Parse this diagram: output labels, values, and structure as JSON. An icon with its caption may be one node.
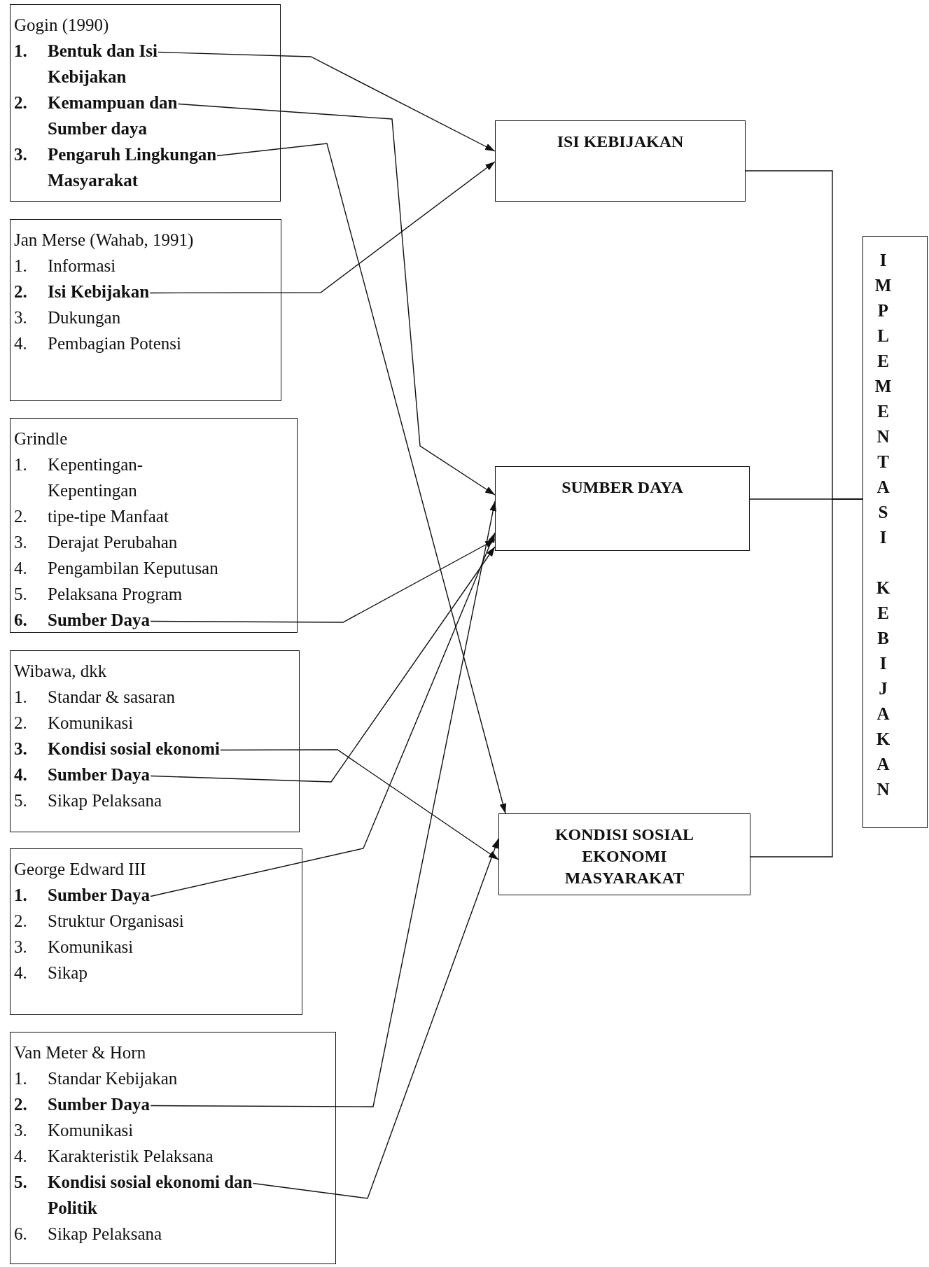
{
  "diagram": {
    "nodes": [
      {
        "text": [
          "Gogin (1990)"
        ]
      },
      {
        "text": [
          "1.",
          "Bentuk dan Isi Kebijakan"
        ],
        "in": 0
      },
      {
        "text": [
          "2.",
          "Kemampuan dan Sumber daya"
        ],
        "in": 0
      },
      {
        "text": [
          "3.",
          "Pengaruh Lingkungan Masyarakat"
        ],
        "in": 0
      },
      {
        "text": [
          "Jan Merse (Wahab, 1991)"
        ]
      },
      {
        "text": [
          "1.",
          "Informasi"
        ],
        "in": 4
      },
      {
        "text": [
          "2.",
          "Isi Kebijakan"
        ],
        "in": 4
      },
      {
        "text": [
          "3.",
          "Dukungan"
        ],
        "in": 4
      },
      {
        "text": [
          "4.",
          "Pembagian Potensi"
        ],
        "in": 4
      },
      {
        "text": [
          "Grindle"
        ]
      },
      {
        "text": [
          "1.",
          "Kepentingan-Kepentingan"
        ],
        "in": 9
      },
      {
        "text": [
          "2.",
          "tipe-tipe Manfaat"
        ],
        "in": 9
      },
      {
        "text": [
          "3.",
          "Derajat Perubahan"
        ],
        "in": 9
      },
      {
        "text": [
          "4.",
          "Pengambilan Keputusan"
        ],
        "in": 9
      },
      {
        "text": [
          "5.",
          "Pelaksana Program"
        ],
        "in": 9
      },
      {
        "text": [
          "6.",
          "Sumber Daya"
        ],
        "in": 9
      },
      {
        "text": [
          "Wibawa, dkk"
        ]
      },
      {
        "text": [
          "1.",
          "Standar & sasaran"
        ],
        "in": 16
      },
      {
        "text": [
          "2.",
          "Komunikasi"
        ],
        "in": 16
      },
      {
        "text": [
          "3.",
          "Kondisi sosial ekonomi"
        ],
        "in": 16
      },
      {
        "text": [
          "4.",
          "Sumber Daya"
        ],
        "in": 16
      },
      {
        "text": [
          "5.",
          "Sikap Pelaksana"
        ],
        "in": 16
      },
      {
        "text": [
          "George Edward III"
        ]
      },
      {
        "text": [
          "1.",
          "Sumber Daya"
        ],
        "in": 22
      },
      {
        "text": [
          "2.",
          "Struktur Organisasi"
        ],
        "in": 22
      },
      {
        "text": [
          "3.",
          "Komunikasi"
        ],
        "in": 22
      },
      {
        "text": [
          "4.",
          "Sikap"
        ],
        "in": 22
      },
      {
        "text": [
          "Van Meter & Horn"
        ]
      },
      {
        "text": [
          "1.",
          "Standar Kebijakan"
        ],
        "in": 27
      },
      {
        "text": [
          "2.",
          "Sumber Daya"
        ],
        "in": 27
      },
      {
        "text": [
          "3.",
          "Komunikasi"
        ],
        "in": 27
      },
      {
        "text": [
          "4.",
          "Karakteristik Pelaksana"
        ],
        "in": 27
      },
      {
        "text": [
          "5.",
          "Kondisi sosial ekonomi dan Politik"
        ],
        "in": 27
      },
      {
        "text": [
          "6.",
          "Sikap Pelaksana"
        ],
        "in": 27
      },
      {
        "text": [
          "ISI KEBIJAKAN"
        ]
      },
      {
        "text": [
          "SUMBER DAYA"
        ]
      },
      {
        "text": [
          "KONDISI SOSIAL EKONOMI MASYARAKAT"
        ]
      },
      {
        "text": [
          "IMPLEMENTASI KEBIJAKAN"
        ]
      }
    ],
    "edges": [
      {
        "from": 1,
        "to": 34,
        "arrow": "to"
      },
      {
        "from": 2,
        "to": 35,
        "arrow": "to"
      },
      {
        "from": 3,
        "to": 36,
        "arrow": "to"
      },
      {
        "from": 6,
        "to": 34,
        "arrow": "to"
      },
      {
        "from": 15,
        "to": 35,
        "arrow": "to"
      },
      {
        "from": 19,
        "to": 36,
        "arrow": "to"
      },
      {
        "from": 20,
        "to": 35,
        "arrow": "to"
      },
      {
        "from": 23,
        "to": 35,
        "arrow": "to"
      },
      {
        "from": 29,
        "to": 35,
        "arrow": "to"
      },
      {
        "from": 32,
        "to": 36,
        "arrow": "to"
      },
      {
        "from": 34,
        "to": 37,
        "arrow": "none"
      },
      {
        "from": 35,
        "to": 37,
        "arrow": "none"
      },
      {
        "from": 36,
        "to": 37,
        "arrow": "none"
      }
    ]
  }
}
